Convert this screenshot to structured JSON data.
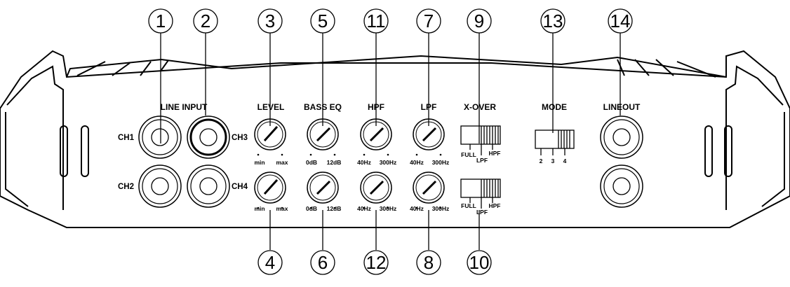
{
  "callouts": {
    "c1": "1",
    "c2": "2",
    "c3": "3",
    "c5": "5",
    "c11": "11",
    "c7": "7",
    "c9": "9",
    "c13": "13",
    "c14": "14",
    "c4": "4",
    "c6": "6",
    "c12": "12",
    "c8": "8",
    "c10": "10"
  },
  "sections": {
    "line_input": "LINE INPUT",
    "level": "LEVEL",
    "bass_eq": "BASS EQ",
    "hpf": "HPF",
    "lpf": "LPF",
    "xover": "X-OVER",
    "mode": "MODE",
    "lineout": "LINEOUT"
  },
  "jacks": {
    "ch1": "CH1",
    "ch2": "CH2",
    "ch3": "CH3",
    "ch4": "CH4"
  },
  "scales": {
    "level": {
      "min": "min",
      "max": "max"
    },
    "bass_eq": {
      "min": "0dB",
      "max": "12dB"
    },
    "hpf": {
      "min": "40Hz",
      "max": "300Hz"
    },
    "lpf": {
      "min": "40Hz",
      "max": "300Hz"
    }
  },
  "xover_switch": {
    "full": "FULL",
    "lpf": "LPF",
    "hpf": "HPF"
  },
  "mode_switch": {
    "opt1": "2",
    "opt2": "3",
    "opt3": "4"
  }
}
